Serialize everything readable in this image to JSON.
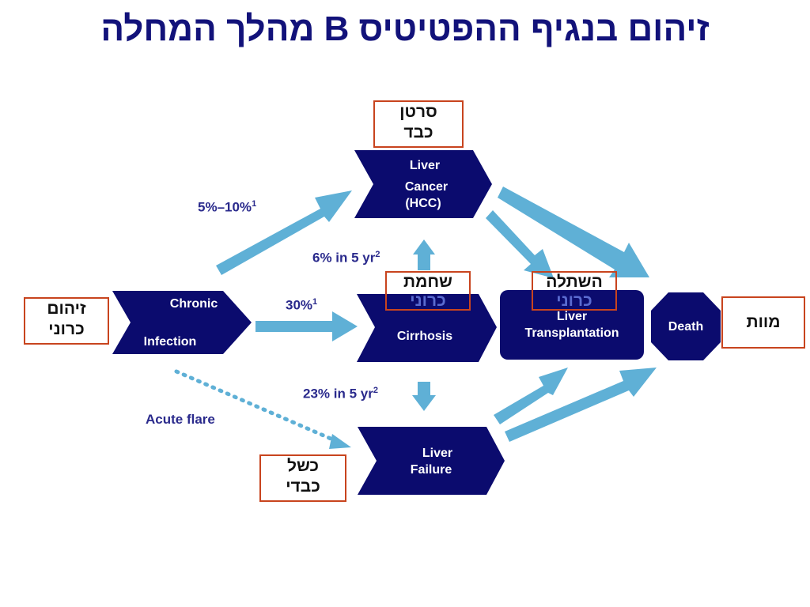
{
  "title": "זיהום בנגיף ההפטיטיס B מהלך המחלה",
  "nodes": {
    "chronic": {
      "line1": "Chronic",
      "line2": "Infection"
    },
    "hcc": {
      "line1": "Liver",
      "line2": "Cancer",
      "line3": "(HCC)"
    },
    "cirrhosis": {
      "label": "Cirrhosis"
    },
    "liver_failure": {
      "line1": "Liver",
      "line2": "Failure"
    },
    "transplant": {
      "line1": "Liver",
      "line2": "Transplantation"
    },
    "death": {
      "label": "Death"
    }
  },
  "stats": {
    "to_hcc": {
      "value": "5%–10%",
      "ref": "1"
    },
    "cirrhosis_to_hcc": {
      "value": "6% in 5 yr",
      "ref": "2"
    },
    "to_cirrhosis": {
      "value": "30%",
      "ref": "1"
    },
    "cirrhosis_to_failure": {
      "value": "23% in 5 yr",
      "ref": "2"
    },
    "acute_flare": "Acute flare"
  },
  "hebrew_labels": {
    "chronic": {
      "line1": "זיהום",
      "line2": "כרוני"
    },
    "hcc": {
      "line1": "סרטן",
      "line2": "כבד"
    },
    "cirrhosis": {
      "line1": "שחמת",
      "line2": "כרוני"
    },
    "transplant": {
      "line1": "השתלה",
      "line2": "כרוני"
    },
    "death": {
      "line1": "מוות"
    },
    "failure": {
      "line1": "כשל",
      "line2": "כבדי"
    }
  },
  "colors": {
    "title": "#12127a",
    "node_fill": "#0b0b6e",
    "arrow": "#5fb0d6",
    "label_text": "#2a2a8c",
    "box_border": "#c8441e"
  }
}
